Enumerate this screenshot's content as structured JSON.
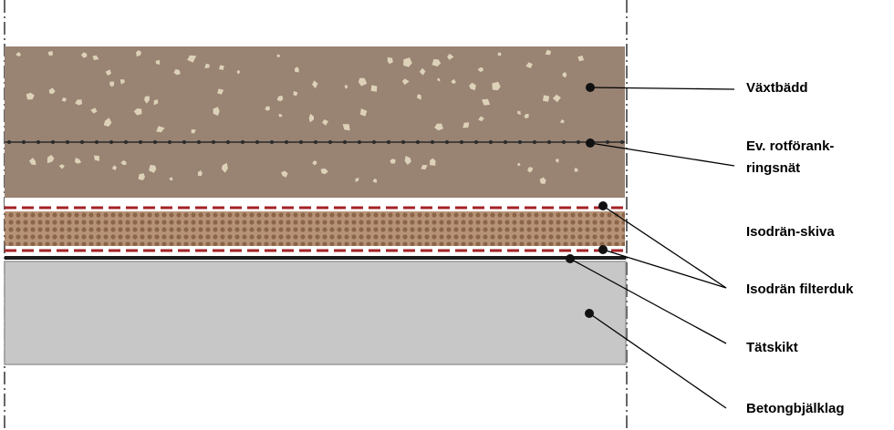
{
  "labels": {
    "vaxtbadd": "Växtbädd",
    "rotforankring_line1": "Ev. rotförank-",
    "rotforankring_line2": "ringsnät",
    "isodran_skiva": "Isodrän-skiva",
    "isodran_filterduk": "Isodrän filterduk",
    "tatskikt": "Tätskikt",
    "betongbjalklag": "Betongbjälklag"
  },
  "colors": {
    "soil": "#998373",
    "gravel": "#ddd2b8",
    "drain_board": "#b69377",
    "drain_dots": "#8c6548",
    "filter_fabric": "#a32226",
    "membrane": "#1a1a1a",
    "concrete": "#c7c7c7",
    "concrete_edge": "#9a9a9a",
    "leader": "#000000"
  }
}
